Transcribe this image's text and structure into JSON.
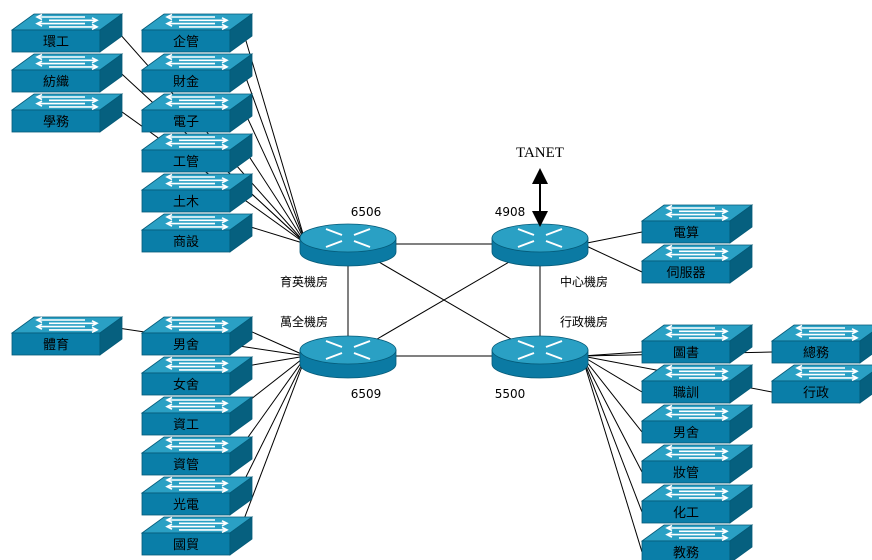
{
  "colors": {
    "switch_top": "#2aa0c4",
    "switch_front": "#0a7ea8",
    "switch_side": "#06607f",
    "router_top": "#2aa0c4",
    "router_body": "#0b7aa3",
    "line": "#000000"
  },
  "icons": {
    "switch": "switch-icon",
    "router": "router-icon"
  },
  "tanet_label": "TANET",
  "routers": [
    {
      "id": "r6506",
      "num": "6506",
      "room": "育英機房"
    },
    {
      "id": "r4908",
      "num": "4908",
      "room": "中心機房"
    },
    {
      "id": "r6509",
      "num": "6509",
      "room": "萬全機房"
    },
    {
      "id": "r5500",
      "num": "5500",
      "room": "行政機房"
    }
  ],
  "switches": {
    "left_top_outer": [
      "環工",
      "紡織",
      "學務"
    ],
    "left_top_inner": [
      "企管",
      "財金",
      "電子",
      "工管",
      "土木",
      "商設"
    ],
    "left_bottom_outer": [
      "體育"
    ],
    "left_bottom_inner": [
      "男舍",
      "女舍",
      "資工",
      "資管",
      "光電",
      "國貿"
    ],
    "right_center": [
      "電算",
      "伺服器"
    ],
    "right_bottom_inner": [
      "圖書",
      "職訓",
      "男舍",
      "妝管",
      "化工",
      "教務"
    ],
    "right_bottom_outer": [
      "總務",
      "行政"
    ]
  }
}
